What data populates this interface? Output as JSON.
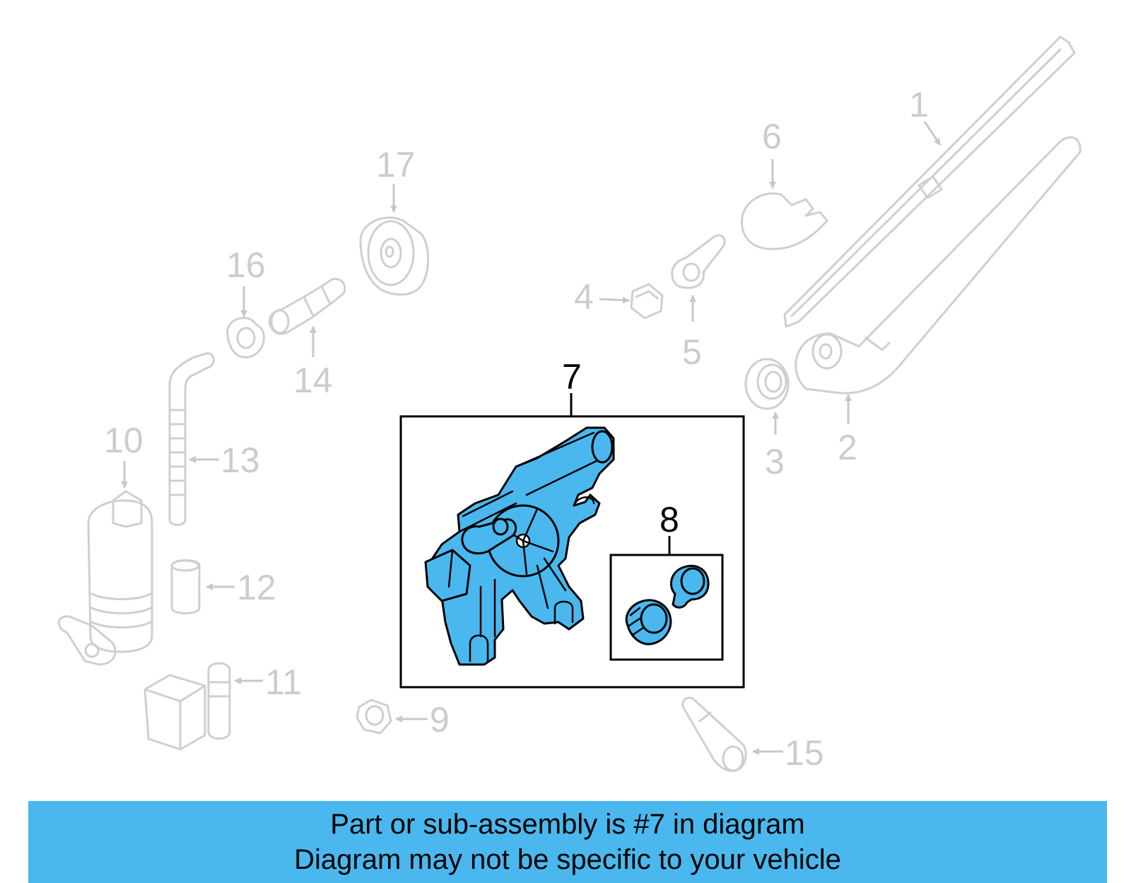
{
  "diagram": {
    "callouts": {
      "c1": "1",
      "c2": "2",
      "c3": "3",
      "c4": "4",
      "c5": "5",
      "c6": "6",
      "c7": "7",
      "c8": "8",
      "c9": "9",
      "c10": "10",
      "c11": "11",
      "c12": "12",
      "c13": "13",
      "c14": "14",
      "c15": "15",
      "c16": "16",
      "c17": "17"
    },
    "highlighted_part": "7",
    "colors": {
      "highlight": "#4ab8ee",
      "ghost": "#cccccc",
      "outline": "#000000"
    }
  },
  "banner": {
    "line1": "Part or sub-assembly is #7 in diagram",
    "line2": "Diagram may not be specific to your vehicle"
  }
}
